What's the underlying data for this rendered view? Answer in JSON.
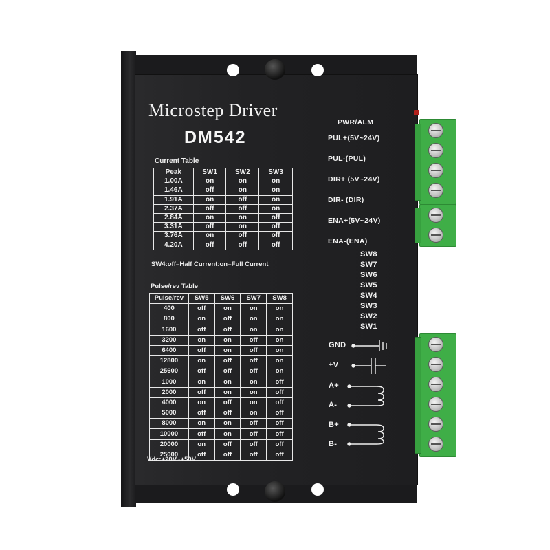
{
  "device": {
    "title": "Microstep  Driver",
    "model": "DM542"
  },
  "current_table": {
    "caption": "Current  Table",
    "headers": [
      "Peak",
      "SW1",
      "SW2",
      "SW3"
    ],
    "rows": [
      [
        "1.00A",
        "on",
        "on",
        "on"
      ],
      [
        "1.46A",
        "off",
        "on",
        "on"
      ],
      [
        "1.91A",
        "on",
        "off",
        "on"
      ],
      [
        "2.37A",
        "off",
        "off",
        "on"
      ],
      [
        "2.84A",
        "on",
        "on",
        "off"
      ],
      [
        "3.31A",
        "off",
        "on",
        "off"
      ],
      [
        "3.76A",
        "on",
        "off",
        "off"
      ],
      [
        "4.20A",
        "off",
        "off",
        "off"
      ]
    ],
    "note": "SW4:off=Half Current:on=Full Current"
  },
  "pulse_table": {
    "caption": "Pulse/rev Table",
    "headers": [
      "Pulse/rev",
      "SW5",
      "SW6",
      "SW7",
      "SW8"
    ],
    "rows": [
      [
        "400",
        "off",
        "on",
        "on",
        "on"
      ],
      [
        "800",
        "on",
        "off",
        "on",
        "on"
      ],
      [
        "1600",
        "off",
        "off",
        "on",
        "on"
      ],
      [
        "3200",
        "on",
        "on",
        "off",
        "on"
      ],
      [
        "6400",
        "off",
        "on",
        "off",
        "on"
      ],
      [
        "12800",
        "on",
        "off",
        "off",
        "on"
      ],
      [
        "25600",
        "off",
        "off",
        "off",
        "on"
      ],
      [
        "1000",
        "on",
        "on",
        "on",
        "off"
      ],
      [
        "2000",
        "off",
        "on",
        "on",
        "off"
      ],
      [
        "4000",
        "on",
        "off",
        "on",
        "off"
      ],
      [
        "5000",
        "off",
        "off",
        "on",
        "off"
      ],
      [
        "8000",
        "on",
        "on",
        "off",
        "off"
      ],
      [
        "10000",
        "off",
        "on",
        "off",
        "off"
      ],
      [
        "20000",
        "on",
        "off",
        "off",
        "off"
      ],
      [
        "25000",
        "off",
        "off",
        "off",
        "off"
      ]
    ]
  },
  "supply_label": "Vdc:+20V~+50V",
  "signal_labels": [
    "PWR/ALM",
    "PUL+(5V~24V)",
    "PUL-(PUL)",
    "DIR+ (5V~24V)",
    "DIR- (DIR)",
    "ENA+(5V~24V)",
    "ENA-(ENA)"
  ],
  "switch_labels": [
    "SW8",
    "SW7",
    "SW6",
    "SW5",
    "SW4",
    "SW3",
    "SW2",
    "SW1"
  ],
  "power_labels": [
    "GND",
    "+V",
    "A+",
    "A-",
    "B+",
    "B-"
  ],
  "colors": {
    "housing": "#222224",
    "terminal": "#3fae47",
    "led": "#b0201c"
  }
}
